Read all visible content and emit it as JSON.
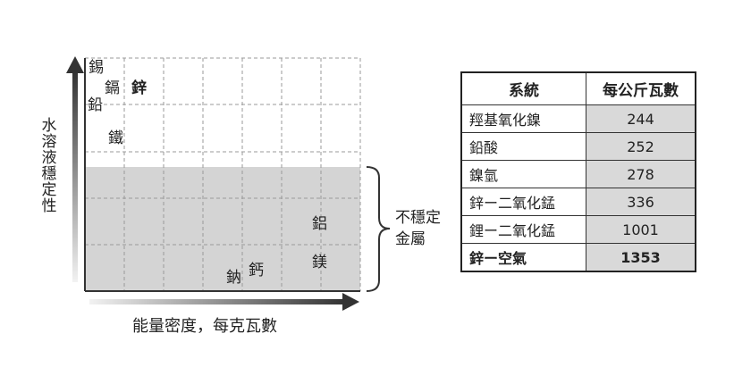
{
  "diagram": {
    "y_axis_label": "水溶液穩定性",
    "x_axis_label": "能量密度，每克瓦數",
    "unstable_label_line1": "不穩定",
    "unstable_label_line2": "金屬",
    "metals": {
      "tin": "錫",
      "cadmium": "鎘",
      "zinc": "鋅",
      "lead": "鉛",
      "iron": "鐵",
      "aluminum": "鋁",
      "magnesium": "鎂",
      "calcium": "鈣",
      "sodium": "鈉"
    },
    "colors": {
      "unstable_region": "#d4d4d4",
      "grid": "#999999",
      "axis": "#333333"
    }
  },
  "table": {
    "header_system": "系統",
    "header_value": "每公斤瓦數",
    "rows": [
      {
        "system": "羥基氧化鎳",
        "value": "244"
      },
      {
        "system": "鉛酸",
        "value": "252"
      },
      {
        "system": "鎳氫",
        "value": "278"
      },
      {
        "system": "鋅ー二氧化錳",
        "value": "336"
      },
      {
        "system": "鋰ー二氧化錳",
        "value": "1001"
      },
      {
        "system": "鋅ー空氣",
        "value": "1353"
      }
    ]
  }
}
